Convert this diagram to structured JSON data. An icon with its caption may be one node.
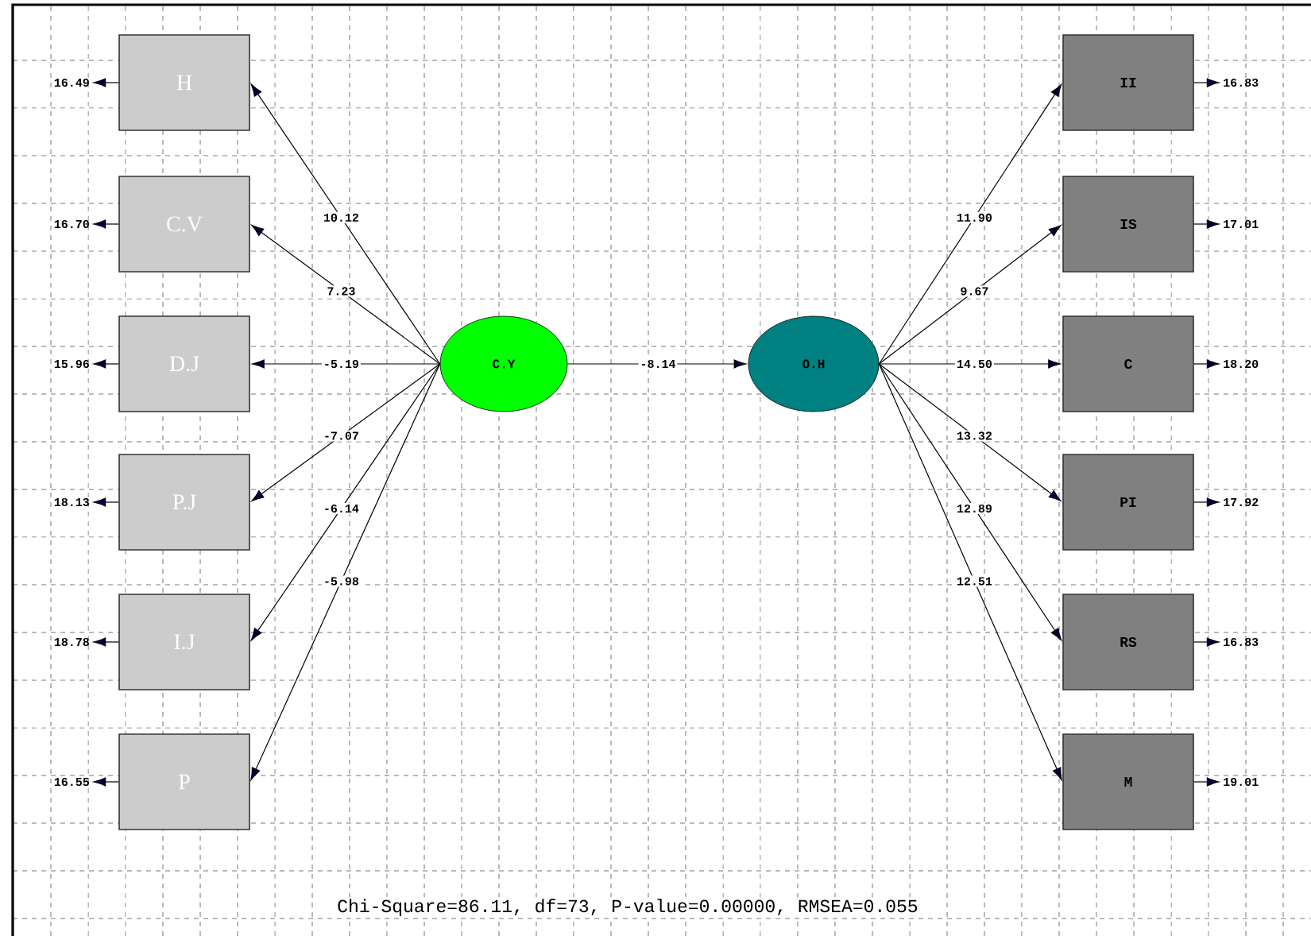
{
  "diagram": {
    "caption": "Chi-Square=86.11, df=73, P-value=0.00000, RMSEA=0.055",
    "nodes": [
      {
        "text": [
          "H"
        ]
      },
      {
        "text": [
          "C.V"
        ]
      },
      {
        "text": [
          "D.J"
        ]
      },
      {
        "text": [
          "P.J"
        ]
      },
      {
        "text": [
          "I.J"
        ]
      },
      {
        "text": [
          "P"
        ]
      },
      {
        "text": [
          "C.Y"
        ]
      },
      {
        "text": [
          "O.H"
        ]
      },
      {
        "text": [
          "II"
        ]
      },
      {
        "text": [
          "IS"
        ]
      },
      {
        "text": [
          "C"
        ]
      },
      {
        "text": [
          "PI"
        ]
      },
      {
        "text": [
          "RS"
        ]
      },
      {
        "text": [
          "M"
        ]
      }
    ],
    "edges": [
      {
        "from": 6,
        "to": 0,
        "arrow": "to",
        "label": "10.12"
      },
      {
        "from": 6,
        "to": 1,
        "arrow": "to",
        "label": "7.23"
      },
      {
        "from": 6,
        "to": 2,
        "arrow": "to",
        "label": "-5.19"
      },
      {
        "from": 6,
        "to": 3,
        "arrow": "to",
        "label": "-7.07"
      },
      {
        "from": 6,
        "to": 4,
        "arrow": "to",
        "label": "-6.14"
      },
      {
        "from": 6,
        "to": 5,
        "arrow": "to",
        "label": "-5.98"
      },
      {
        "from": 6,
        "to": 7,
        "arrow": "to",
        "label": "-8.14"
      },
      {
        "from": 7,
        "to": 8,
        "arrow": "to",
        "label": "11.90"
      },
      {
        "from": 7,
        "to": 9,
        "arrow": "to",
        "label": "9.67"
      },
      {
        "from": 7,
        "to": 10,
        "arrow": "to",
        "label": "14.50"
      },
      {
        "from": 7,
        "to": 11,
        "arrow": "to",
        "label": "13.32"
      },
      {
        "from": 7,
        "to": 12,
        "arrow": "to",
        "label": "12.89"
      },
      {
        "from": 7,
        "to": 13,
        "arrow": "to",
        "label": "12.51"
      },
      {
        "from": 0,
        "to": null,
        "arrow": "to",
        "label": "16.49"
      },
      {
        "from": 1,
        "to": null,
        "arrow": "to",
        "label": "16.70"
      },
      {
        "from": 2,
        "to": null,
        "arrow": "to",
        "label": "15.96"
      },
      {
        "from": 3,
        "to": null,
        "arrow": "to",
        "label": "18.13"
      },
      {
        "from": 4,
        "to": null,
        "arrow": "to",
        "label": "18.78"
      },
      {
        "from": 5,
        "to": null,
        "arrow": "to",
        "label": "16.55"
      },
      {
        "from": 8,
        "to": null,
        "arrow": "to",
        "label": "16.83"
      },
      {
        "from": 9,
        "to": null,
        "arrow": "to",
        "label": "17.01"
      },
      {
        "from": 10,
        "to": null,
        "arrow": "to",
        "label": "18.20"
      },
      {
        "from": 11,
        "to": null,
        "arrow": "to",
        "label": "17.92"
      },
      {
        "from": 12,
        "to": null,
        "arrow": "to",
        "label": "16.83"
      },
      {
        "from": 13,
        "to": null,
        "arrow": "to",
        "label": "19.01"
      }
    ]
  }
}
